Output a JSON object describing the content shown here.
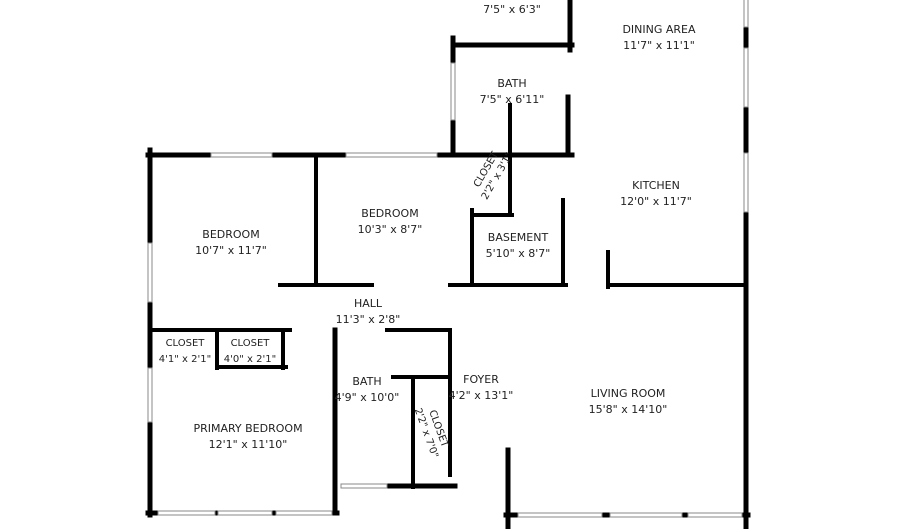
{
  "colors": {
    "wall": "#000000",
    "window": "#ffffff",
    "background": "#ffffff",
    "text": "#222222"
  },
  "rooms": [
    {
      "name": "",
      "dims": "7'5\" x 6'3\""
    },
    {
      "name": "DINING AREA",
      "dims": "11'7\" x 11'1\""
    },
    {
      "name": "BATH",
      "dims": "7'5\" x 6'11\""
    },
    {
      "name": "KITCHEN",
      "dims": "12'0\" x 11'7\""
    },
    {
      "name": "BEDROOM",
      "dims": "10'7\" x 11'7\""
    },
    {
      "name": "BEDROOM",
      "dims": "10'3\" x 8'7\""
    },
    {
      "name": "CLOSET",
      "dims": "2'2\" x 3'1\""
    },
    {
      "name": "BASEMENT",
      "dims": "5'10\" x 8'7\""
    },
    {
      "name": "HALL",
      "dims": "11'3\" x 2'8\""
    },
    {
      "name": "CLOSET",
      "dims": "4'1\" x 2'1\""
    },
    {
      "name": "CLOSET",
      "dims": "4'0\" x 2'1\""
    },
    {
      "name": "BATH",
      "dims": "4'9\" x 10'0\""
    },
    {
      "name": "FOYER",
      "dims": "4'2\" x 13'1\""
    },
    {
      "name": "CLOSET",
      "dims": "2'2\" x 7'0\""
    },
    {
      "name": "LIVING ROOM",
      "dims": "15'8\" x 14'10\""
    },
    {
      "name": "PRIMARY BEDROOM",
      "dims": "12'1\" x 11'10\""
    }
  ]
}
